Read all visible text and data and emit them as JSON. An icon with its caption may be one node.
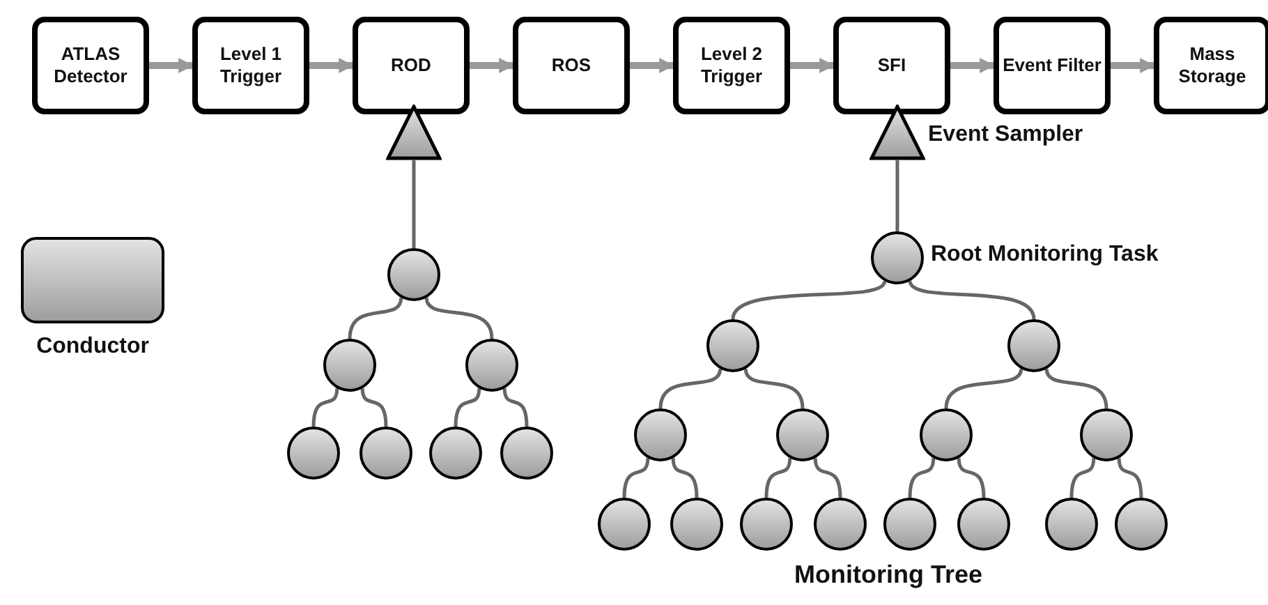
{
  "diagram": {
    "nodes": [
      {
        "text": [
          "ATLAS Detector"
        ]
      },
      {
        "text": [
          "Level 1 Trigger"
        ]
      },
      {
        "text": [
          "ROD"
        ]
      },
      {
        "text": [
          "ROS"
        ]
      },
      {
        "text": [
          "Level 2 Trigger"
        ]
      },
      {
        "text": [
          "SFI"
        ]
      },
      {
        "text": [
          "Event Filter"
        ]
      },
      {
        "text": [
          "Mass Storage"
        ]
      },
      {
        "text": [
          "Conductor"
        ]
      },
      {
        "text": [],
        "shape": "triangle"
      },
      {
        "text": [],
        "shape": "triangle",
        "beside": [
          "Event Sampler"
        ]
      },
      {
        "text": [],
        "shape": "circle"
      },
      {
        "text": [],
        "shape": "circle"
      },
      {
        "text": [],
        "shape": "circle"
      },
      {
        "text": [],
        "shape": "circle"
      },
      {
        "text": [],
        "shape": "circle"
      },
      {
        "text": [],
        "shape": "circle"
      },
      {
        "text": [],
        "shape": "circle"
      },
      {
        "text": [],
        "shape": "circle",
        "beside": [
          "Root Monitoring Task"
        ]
      },
      {
        "text": [],
        "shape": "circle"
      },
      {
        "text": [],
        "shape": "circle"
      },
      {
        "text": [],
        "shape": "circle"
      },
      {
        "text": [],
        "shape": "circle"
      },
      {
        "text": [],
        "shape": "circle"
      },
      {
        "text": [],
        "shape": "circle"
      },
      {
        "text": [],
        "shape": "circle"
      },
      {
        "text": [],
        "shape": "circle"
      },
      {
        "text": [],
        "shape": "circle"
      },
      {
        "text": [],
        "shape": "circle"
      },
      {
        "text": [],
        "shape": "circle"
      },
      {
        "text": [],
        "shape": "circle"
      },
      {
        "text": [],
        "shape": "circle"
      },
      {
        "text": [],
        "shape": "circle"
      }
    ],
    "edges": [
      {
        "from": 0,
        "to": 1,
        "arrow": "to",
        "style": "thick",
        "color": "#999999"
      },
      {
        "from": 1,
        "to": 2,
        "arrow": "to",
        "style": "thick",
        "color": "#999999"
      },
      {
        "from": 2,
        "to": 3,
        "arrow": "to",
        "style": "thick",
        "color": "#999999"
      },
      {
        "from": 3,
        "to": 4,
        "arrow": "to",
        "style": "thick",
        "color": "#999999"
      },
      {
        "from": 4,
        "to": 5,
        "arrow": "to",
        "style": "thick",
        "color": "#999999"
      },
      {
        "from": 5,
        "to": 6,
        "arrow": "to",
        "style": "thick",
        "color": "#999999"
      },
      {
        "from": 6,
        "to": 7,
        "arrow": "to",
        "style": "thick",
        "color": "#999999"
      },
      {
        "from": 11,
        "to": 9,
        "arrow": "none"
      },
      {
        "from": 11,
        "to": 12,
        "arrow": "none"
      },
      {
        "from": 11,
        "to": 13,
        "arrow": "none"
      },
      {
        "from": 12,
        "to": 14,
        "arrow": "none"
      },
      {
        "from": 12,
        "to": 15,
        "arrow": "none"
      },
      {
        "from": 13,
        "to": 16,
        "arrow": "none"
      },
      {
        "from": 13,
        "to": 17,
        "arrow": "none"
      },
      {
        "from": 18,
        "to": 10,
        "arrow": "none"
      },
      {
        "from": 18,
        "to": 19,
        "arrow": "none"
      },
      {
        "from": 18,
        "to": 20,
        "arrow": "none"
      },
      {
        "from": 19,
        "to": 21,
        "arrow": "none"
      },
      {
        "from": 19,
        "to": 22,
        "arrow": "none"
      },
      {
        "from": 20,
        "to": 23,
        "arrow": "none"
      },
      {
        "from": 20,
        "to": 24,
        "arrow": "none"
      },
      {
        "from": 21,
        "to": 25,
        "arrow": "none"
      },
      {
        "from": 21,
        "to": 26,
        "arrow": "none"
      },
      {
        "from": 22,
        "to": 27,
        "arrow": "none"
      },
      {
        "from": 22,
        "to": 28,
        "arrow": "none"
      },
      {
        "from": 23,
        "to": 29,
        "arrow": "none"
      },
      {
        "from": 23,
        "to": 30,
        "arrow": "none"
      },
      {
        "from": 24,
        "to": 31,
        "arrow": "none"
      },
      {
        "from": 24,
        "to": 32,
        "arrow": "none"
      }
    ],
    "labels": [
      "Monitoring Tree"
    ]
  }
}
